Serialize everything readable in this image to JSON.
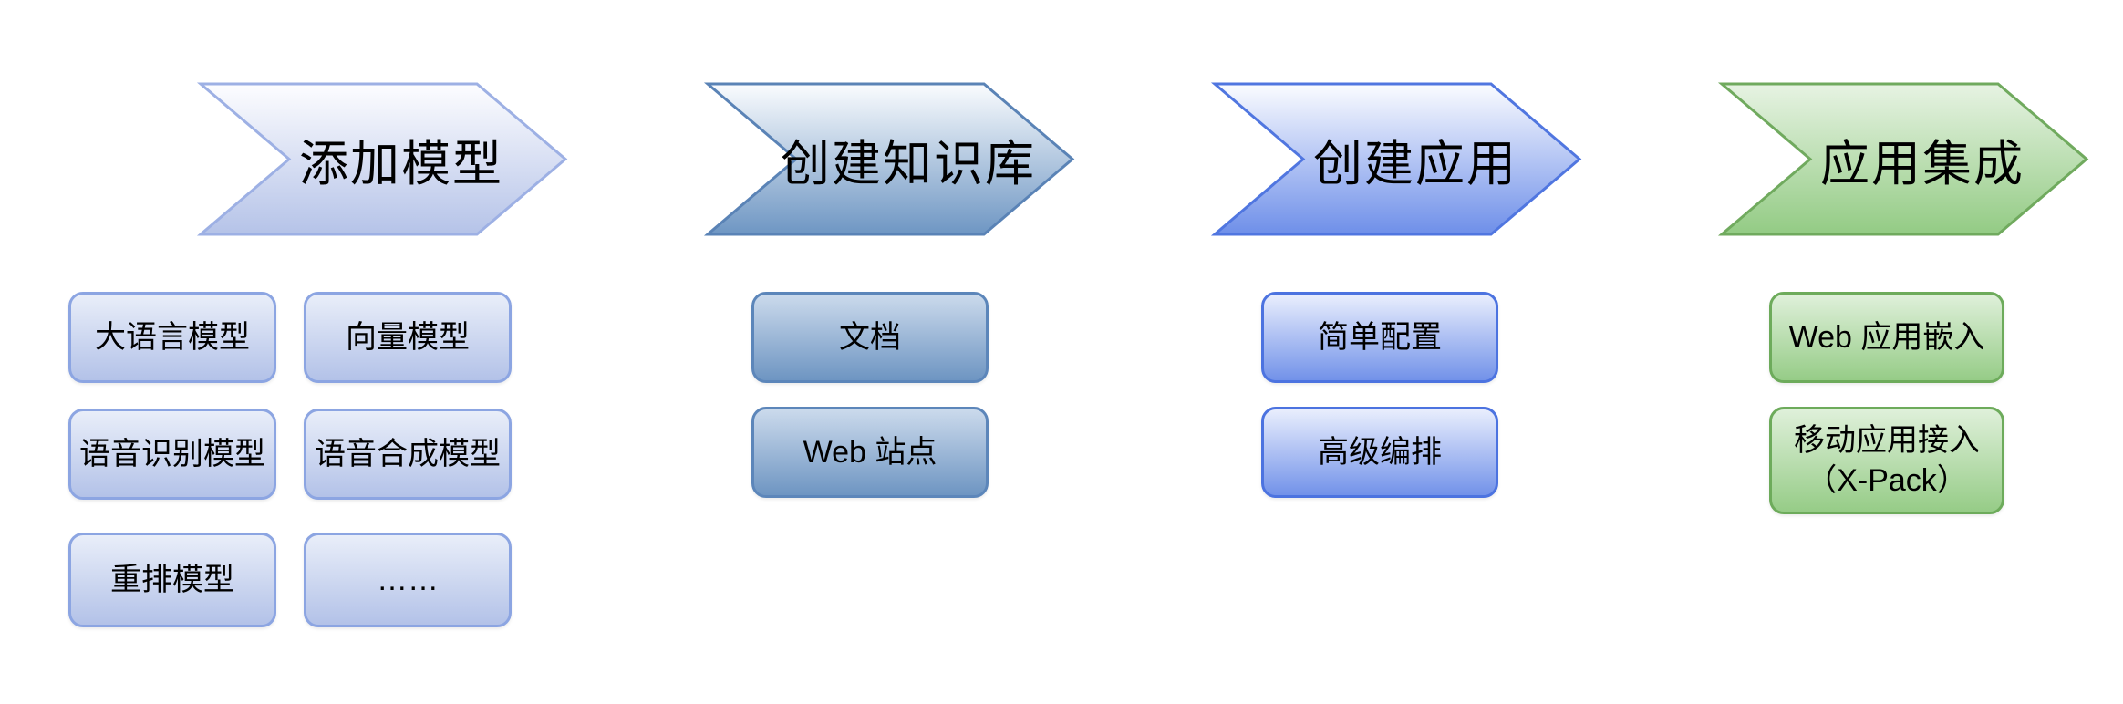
{
  "diagram": {
    "background": "#ffffff",
    "text_color": "#000000",
    "stages": [
      {
        "title": "添加模型",
        "colors": {
          "arrow-top": "#fdfdff",
          "arrow-bottom": "#b5c3e8",
          "arrow-border": "#9db0e4",
          "item-top": "#e9eef9",
          "item-bottom": "#b3c2e8",
          "item-border": "#8ca5e2"
        },
        "items": [
          {
            "label": "大语言模型"
          },
          {
            "label": "向量模型"
          },
          {
            "label": "语音识别模型"
          },
          {
            "label": "语音合成模型"
          },
          {
            "label": "重排模型"
          },
          {
            "label": "……"
          }
        ]
      },
      {
        "title": "创建知识库",
        "colors": {
          "arrow-top": "#fafcfe",
          "arrow-bottom": "#6e96c3",
          "arrow-border": "#5a83b6",
          "item-top": "#cbdaec",
          "item-bottom": "#6e95c2",
          "item-border": "#5c86ba"
        },
        "items": [
          {
            "label": "文档"
          },
          {
            "label": "Web 站点"
          }
        ]
      },
      {
        "title": "创建应用",
        "colors": {
          "arrow-top": "#fbfcff",
          "arrow-bottom": "#6e8fe9",
          "arrow-border": "#5076e0",
          "item-top": "#e9eefd",
          "item-bottom": "#7292e9",
          "item-border": "#4c73e0"
        },
        "items": [
          {
            "label": "简单配置"
          },
          {
            "label": "高级编排"
          }
        ]
      },
      {
        "title": "应用集成",
        "colors": {
          "arrow-top": "#e7f3e3",
          "arrow-bottom": "#93cb84",
          "arrow-border": "#70aa5e",
          "item-top": "#dff0da",
          "item-bottom": "#96cc87",
          "item-border": "#6dab5b"
        },
        "items": [
          {
            "label": "Web 应用嵌入"
          },
          {
            "label": "移动应用接入\n（X-Pack）"
          }
        ]
      }
    ]
  }
}
